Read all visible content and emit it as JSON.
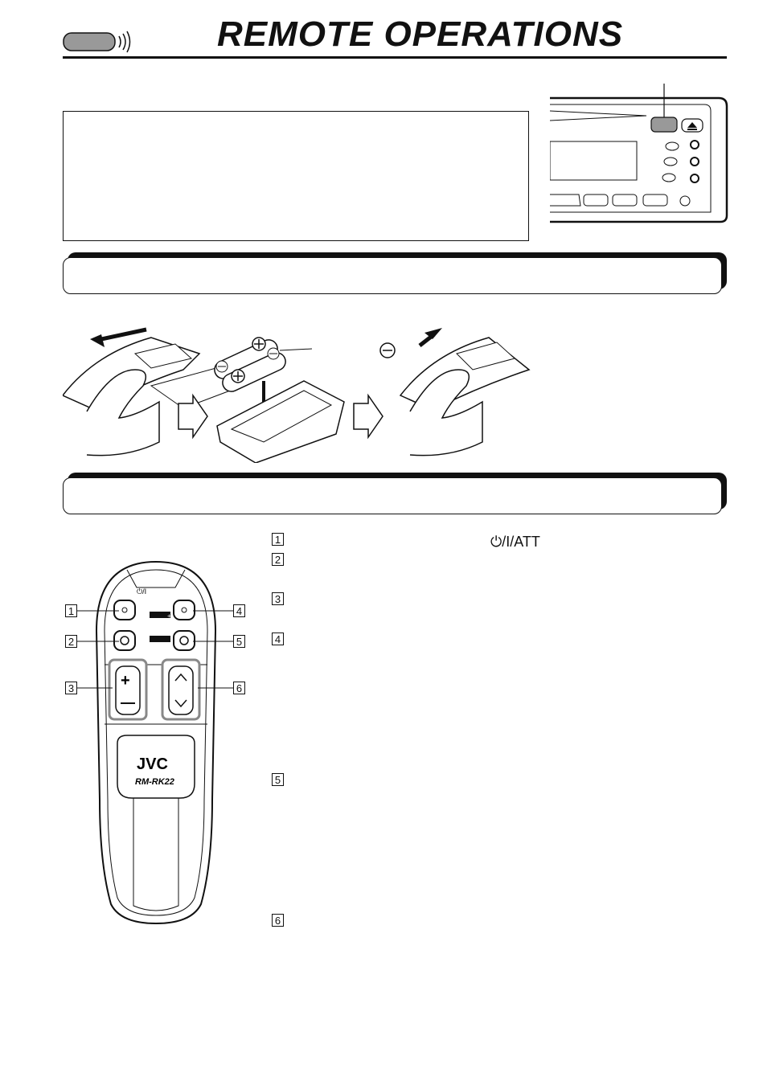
{
  "page": {
    "title": "REMOTE OPERATIONS"
  },
  "remote": {
    "brand": "JVC",
    "model": "RM-RK22",
    "power_symbol": "⏻/I"
  },
  "callouts": {
    "left": [
      "1",
      "2",
      "3"
    ],
    "right": [
      "4",
      "5",
      "6"
    ]
  },
  "steps": [
    {
      "num": "1"
    },
    {
      "num": "2"
    },
    {
      "num": "3"
    },
    {
      "num": "4"
    },
    {
      "num": "5"
    },
    {
      "num": "6"
    }
  ],
  "step1_button_label": "⏻/I/ATT",
  "icons": [
    "remote-pill-icon",
    "eject-icon",
    "arrow-right-icon",
    "minus-circle-icon",
    "plus-circle-icon"
  ]
}
